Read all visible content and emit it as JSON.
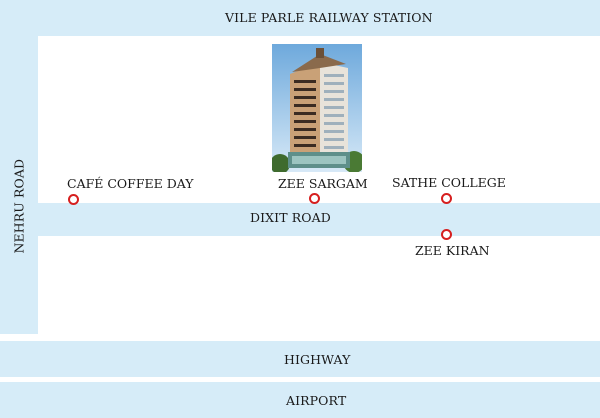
{
  "roads": {
    "top": "VILE PARLE RAILWAY STATION",
    "left": "NEHRU ROAD",
    "middle": "DIXIT ROAD",
    "highway": "HIGHWAY",
    "airport": "AIRPORT"
  },
  "landmarks": [
    {
      "name": "CAFÉ COFFEE DAY"
    },
    {
      "name": "ZEE SARGAM"
    },
    {
      "name": "SATHE COLLEGE"
    },
    {
      "name": "ZEE KIRAN"
    }
  ],
  "building": {
    "icon": "building-icon"
  },
  "colors": {
    "road": "#d6ecf8",
    "marker": "#d61f1f",
    "background": "#ffffff"
  }
}
